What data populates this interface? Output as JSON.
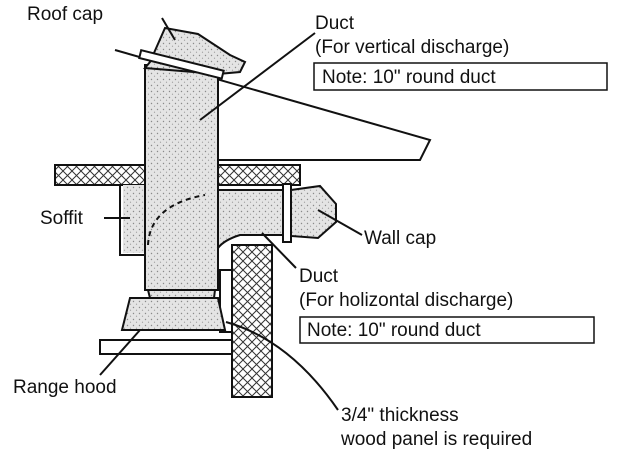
{
  "labels": {
    "roof_cap": "Roof cap",
    "duct_vertical_line1": "Duct",
    "duct_vertical_line2": "(For vertical discharge)",
    "duct_vertical_note": "Note: 10\" round duct",
    "soffit": "Soffit",
    "wall_cap": "Wall cap",
    "duct_horizontal_line1": "Duct",
    "duct_horizontal_line2": "(For holizontal discharge)",
    "duct_horizontal_note": "Note: 10\" round duct",
    "range_hood": "Range hood",
    "panel_line1": "3/4\" thickness",
    "panel_line2": "wood panel is required"
  }
}
